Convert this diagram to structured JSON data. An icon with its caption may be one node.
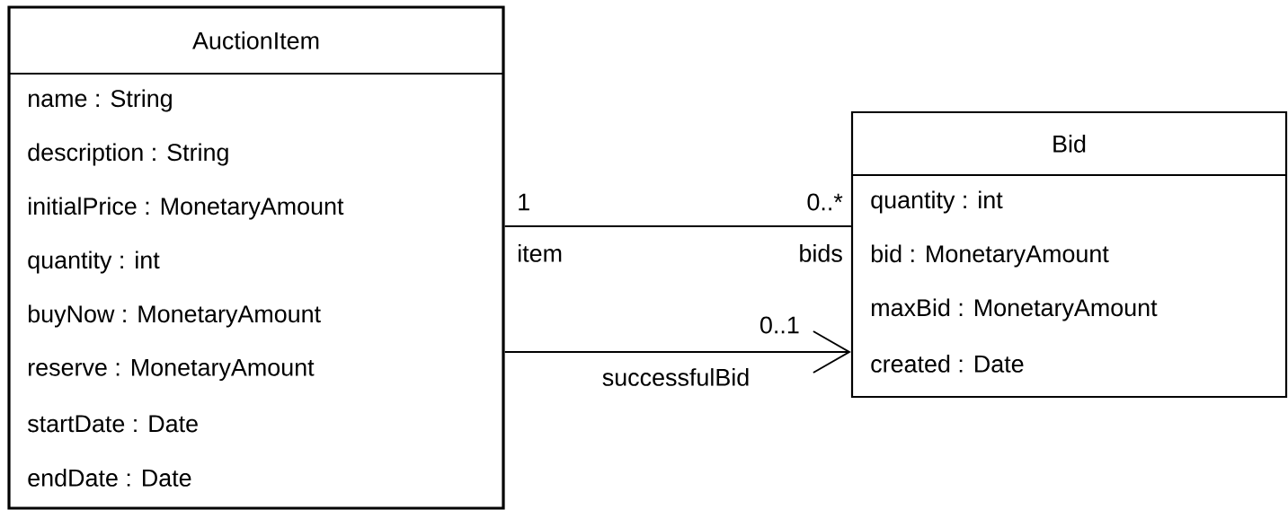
{
  "diagram": {
    "nodes": [
      {
        "text": [
          "AuctionItem",
          "name : String",
          "description : String",
          "initialPrice : MonetaryAmount",
          "quantity : int",
          "buyNow : MonetaryAmount",
          "reserve : MonetaryAmount",
          "startDate : Date",
          "endDate : Date"
        ]
      },
      {
        "text": [
          "Bid",
          "quantity : int",
          "bid : MonetaryAmount",
          "maxBid : MonetaryAmount",
          "created : Date"
        ]
      }
    ],
    "edges": [
      {
        "from": 0,
        "to": 1,
        "arrow": "none"
      },
      {
        "from": 0,
        "to": 1,
        "arrow": "to",
        "label": "successfulBid"
      }
    ],
    "labels": [
      "1",
      "item",
      "0..*",
      "bids",
      "0..1"
    ]
  }
}
